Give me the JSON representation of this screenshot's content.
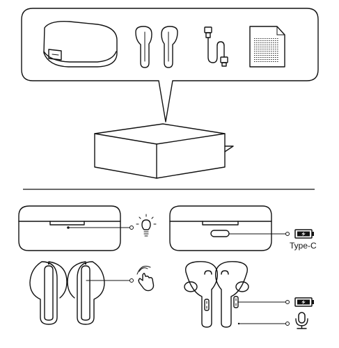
{
  "diagram": {
    "connector_label": "Type-C",
    "sections": [
      "package-contents",
      "product-overview"
    ],
    "contents": [
      "charging-case-icon",
      "earbuds-icon",
      "usb-c-cable-icon",
      "manual-icon"
    ],
    "overview_callouts": [
      "led-indicator-icon",
      "battery-charging-icon",
      "touch-control-icon",
      "microphone-icon"
    ]
  }
}
